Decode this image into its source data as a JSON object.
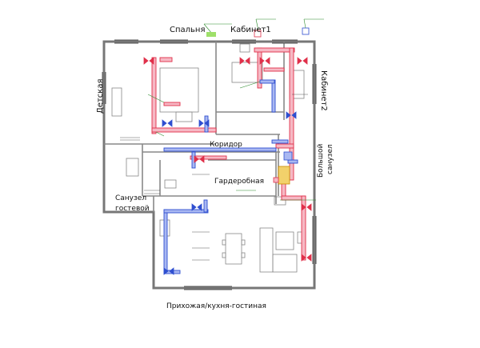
{
  "rooms": {
    "spalnya": "Спальня",
    "kabinet1": "Кабинет1",
    "kabinet2": "Кабинет2",
    "detskaya": "Детская",
    "koridor": "Коридор",
    "bolshoy_sanuzel_line1": "Большой",
    "bolshoy_sanuzel_line2": "санузел",
    "garderobnaya": "Гардеробная",
    "sanuzel_gostevoy_line1": "Санузел",
    "sanuzel_gostevoy_line2": "гостевой",
    "prikhozhaya": "Прихожая/кухня-гостиная"
  },
  "colors": {
    "wall": "#7a7a7a",
    "wall_dark": "#555555",
    "supply": "#e0304a",
    "supply_fill": "#f6b8c4",
    "return": "#2f4fd0",
    "return_fill": "#a9b8f2",
    "leader": "#2e8b2e",
    "accent_green": "#9ee06a"
  }
}
